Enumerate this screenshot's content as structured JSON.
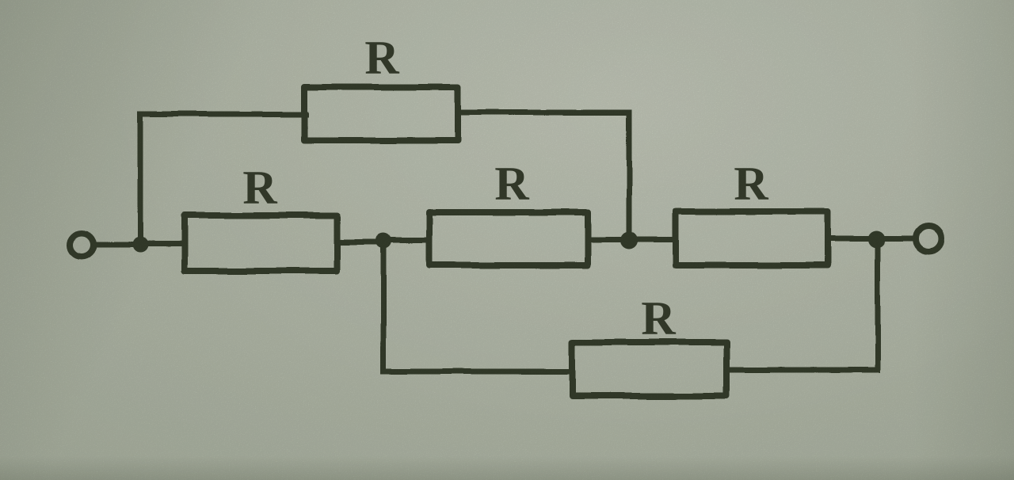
{
  "diagram": {
    "kind": "resistor-network-circuit-photo",
    "colors": {
      "paper": "#b7bead",
      "ink": "#39402f"
    },
    "terminals": {
      "left": "open-circle-terminal",
      "right": "open-circle-terminal"
    },
    "resistors": [
      {
        "id": "top-parallel",
        "label": "R"
      },
      {
        "id": "middle-left",
        "label": "R"
      },
      {
        "id": "middle-center",
        "label": "R"
      },
      {
        "id": "middle-right",
        "label": "R"
      },
      {
        "id": "bottom-parallel",
        "label": "R"
      }
    ]
  }
}
